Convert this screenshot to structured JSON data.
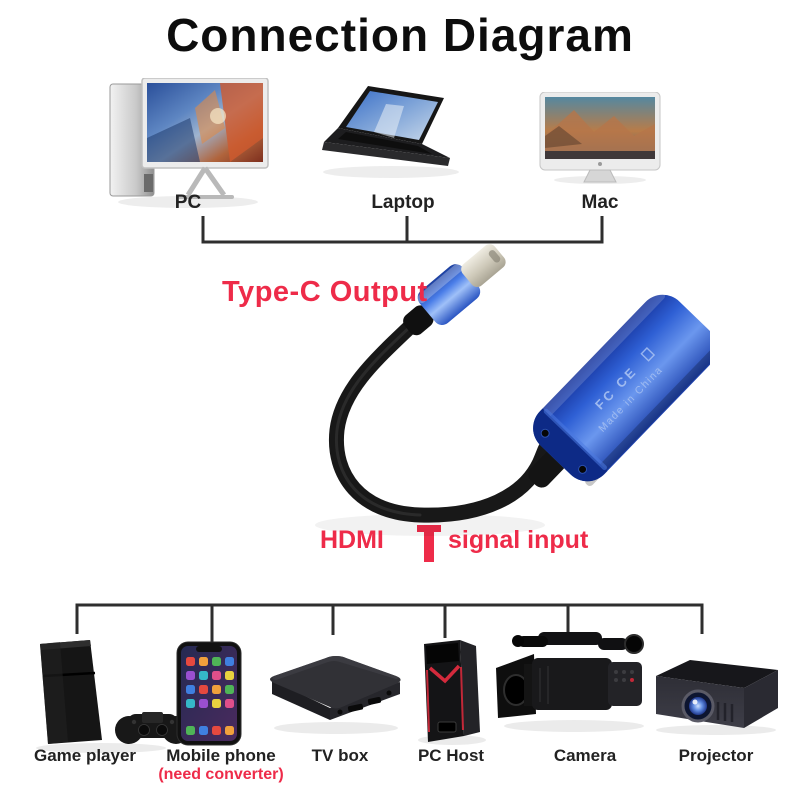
{
  "title": "Connection Diagram",
  "colors": {
    "accent_red": "#ee2b49",
    "line_dark": "#2e2e2e",
    "label_dark": "#222222",
    "device_blue": "#2e5fd4"
  },
  "top_devices": [
    {
      "id": "pc",
      "label": "PC"
    },
    {
      "id": "laptop",
      "label": "Laptop"
    },
    {
      "id": "mac",
      "label": "Mac"
    }
  ],
  "adapter": {
    "output_label": "Type-C Output",
    "input_label_left": "HDMI",
    "input_label_right": "signal input",
    "markings_line1": "FC CE",
    "markings_line2": "Made in China"
  },
  "bottom_devices": [
    {
      "id": "game-player",
      "label": "Game player",
      "note": ""
    },
    {
      "id": "mobile-phone",
      "label": "Mobile phone",
      "note": "(need converter)"
    },
    {
      "id": "tv-box",
      "label": "TV box",
      "note": ""
    },
    {
      "id": "pc-host",
      "label": "PC Host",
      "note": ""
    },
    {
      "id": "camera",
      "label": "Camera",
      "note": ""
    },
    {
      "id": "projector",
      "label": "Projector",
      "note": ""
    }
  ]
}
